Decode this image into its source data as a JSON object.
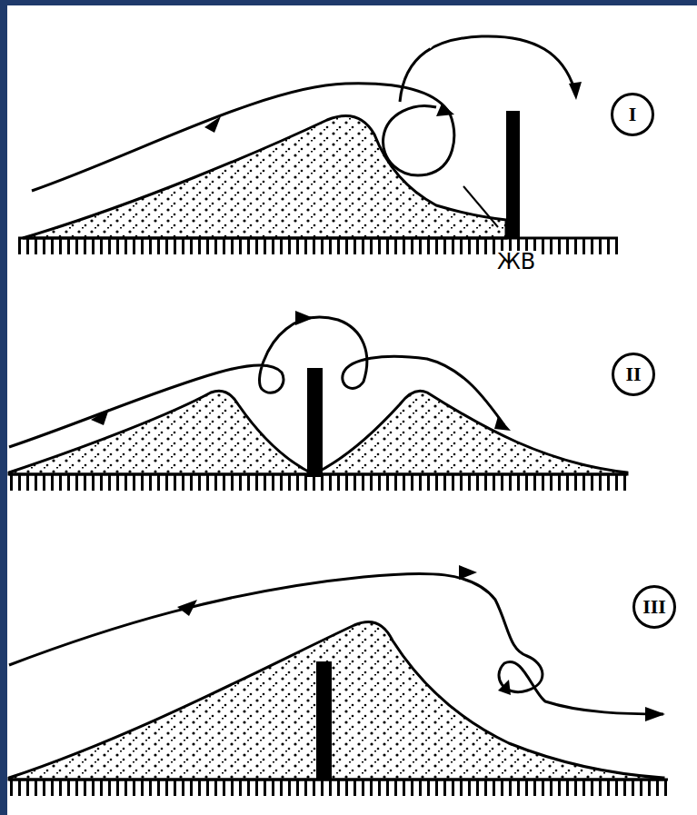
{
  "diagram": {
    "nodes": [
      {
        "text": [
          "I"
        ]
      },
      {
        "text": [
          "II"
        ]
      },
      {
        "text": [
          "III"
        ]
      }
    ],
    "labels": [
      "ЖВ"
    ]
  }
}
